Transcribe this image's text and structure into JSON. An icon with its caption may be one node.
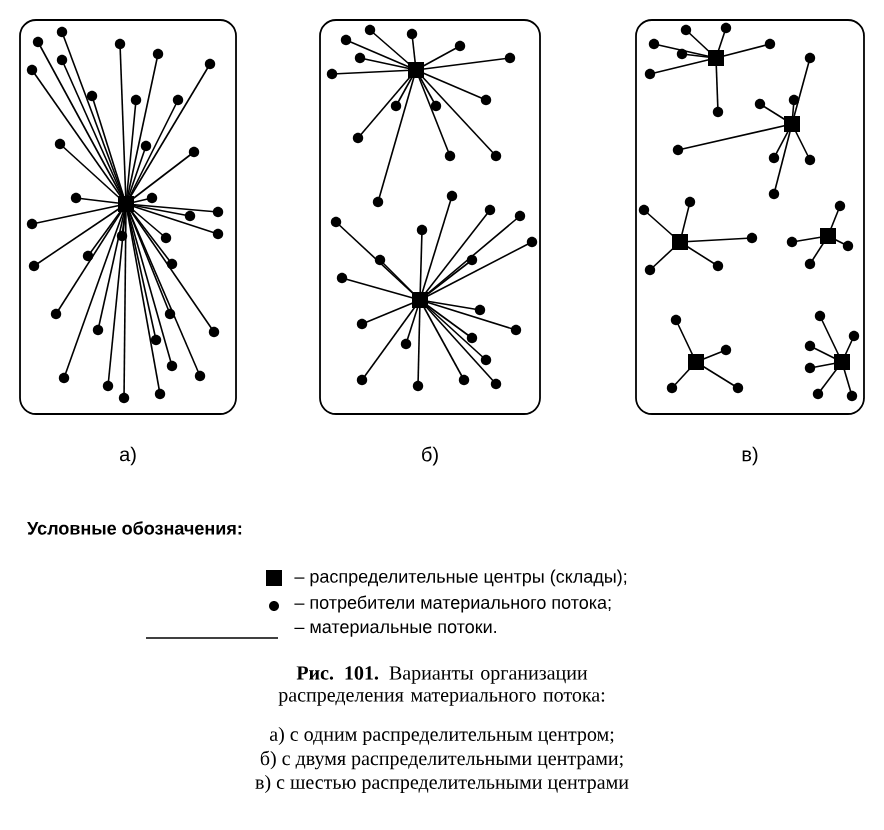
{
  "diagram": {
    "caption": "**Рис. 101.** Варианты организации распределения материального потока:",
    "nodes": [
      {
        "text": [],
        "shape": "box",
        "beside": [
          "а)"
        ]
      },
      {
        "text": [],
        "shape": "box",
        "beside": [
          "б)"
        ]
      },
      {
        "text": [],
        "shape": "box",
        "beside": [
          "в)"
        ]
      }
    ],
    "labels": [
      "Условные обозначения:",
      "а) с одним распределительным центром;",
      "б) с двумя распределительными центрами;",
      "в) с шестью распределительными центрами"
    ],
    "legend": [
      {
        "text": "– распределительные центры (склады);"
      },
      {
        "text": "– потребители материального потока;"
      },
      {
        "text": "– материальные потоки."
      }
    ]
  }
}
